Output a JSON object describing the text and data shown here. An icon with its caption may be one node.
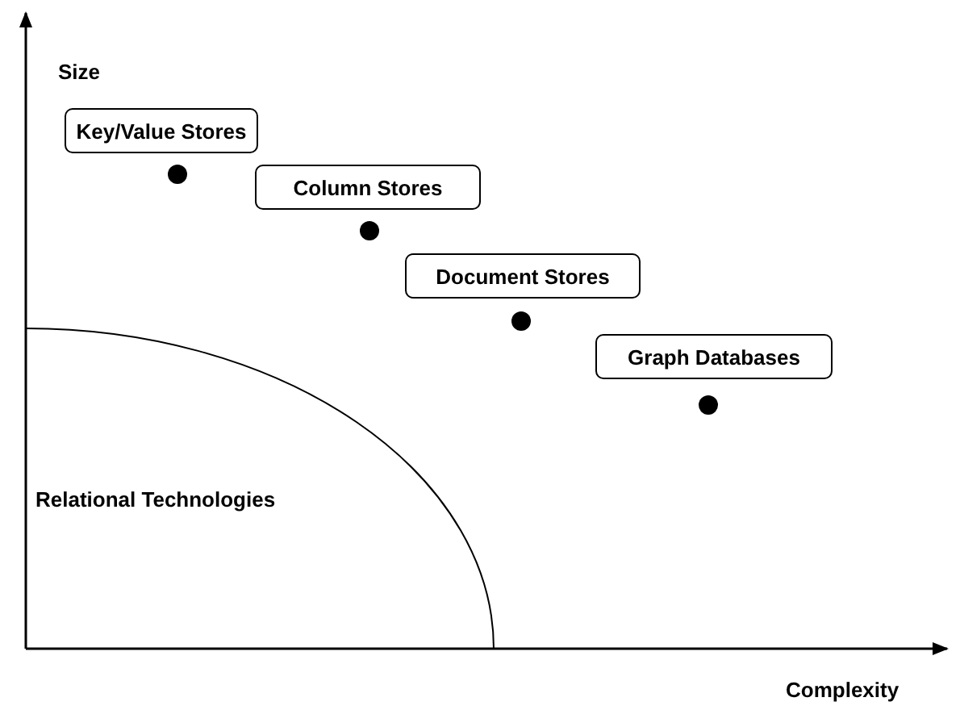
{
  "diagram": {
    "nodes": [
      {
        "text": [
          "Key/Value Stores"
        ]
      },
      {
        "text": [
          "Column Stores"
        ]
      },
      {
        "text": [
          "Document Stores"
        ]
      },
      {
        "text": [
          "Graph Databases"
        ]
      },
      {
        "text": [
          "Relational Technologies"
        ]
      }
    ],
    "edges": [],
    "labels": [
      "Size",
      "Complexity"
    ]
  }
}
